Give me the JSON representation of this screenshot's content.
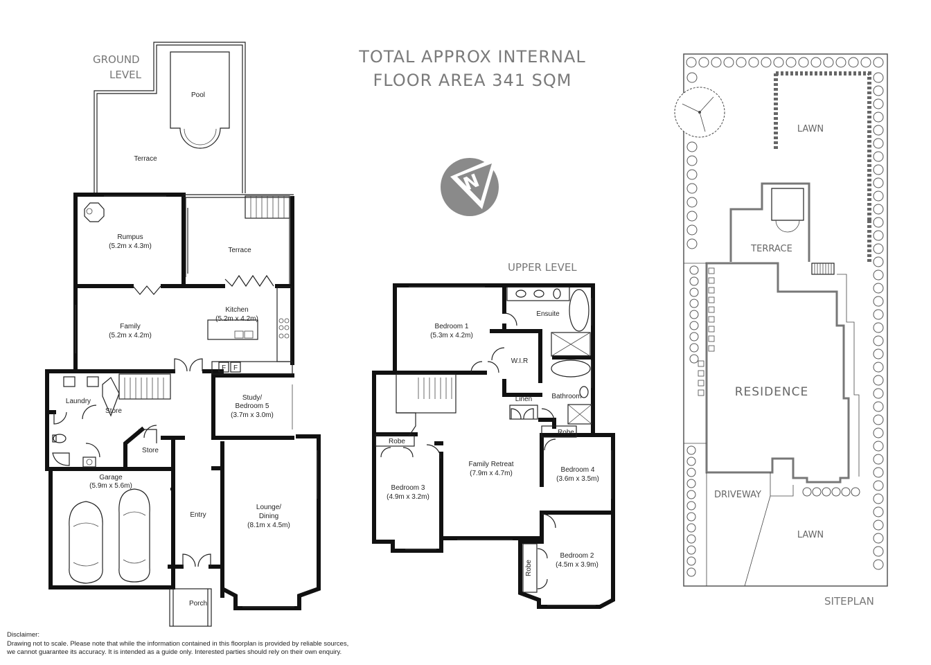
{
  "title": {
    "line1": "TOTAL APPROX INTERNAL",
    "line2": "FLOOR AREA 341 SQM"
  },
  "compass": {
    "icon": "north-arrow-icon",
    "letter": "N"
  },
  "levels": {
    "ground": {
      "line1": "GROUND",
      "line2": "LEVEL"
    },
    "upper": "UPPER LEVEL",
    "siteplan": "SITEPLAN"
  },
  "ground_rooms": {
    "pool": "Pool",
    "terrace_top": "Terrace",
    "rumpus": {
      "name": "Rumpus",
      "size": "(5.2m x 4.3m)"
    },
    "terrace": "Terrace",
    "kitchen": {
      "name": "Kitchen",
      "size": "(5.2m x 4.2m)"
    },
    "family": {
      "name": "Family",
      "size": "(5.2m x 4.2m)"
    },
    "study": {
      "name1": "Study/",
      "name2": "Bedroom 5",
      "size": "(3.7m x 3.0m)"
    },
    "laundry": "Laundry",
    "store1": "Store",
    "store2": "Store",
    "garage": {
      "name": "Garage",
      "size": "(5.9m x 5.6m)"
    },
    "entry": "Entry",
    "lounge": {
      "name1": "Lounge/",
      "name2": "Dining",
      "size": "(8.1m x 4.5m)"
    },
    "porch": "Porch",
    "fridge": "F"
  },
  "upper_rooms": {
    "bedroom1": {
      "name": "Bedroom 1",
      "size": "(5.3m x 4.2m)"
    },
    "ensuite": "Ensuite",
    "wir": "W.I.R",
    "linen": "Linen",
    "bathroom": "Bathroom",
    "robe_b4": "Robe",
    "robe_b3": "Robe",
    "robe_b2": "Robe",
    "family_retreat": {
      "name": "Family Retreat",
      "size": "(7.9m x 4.7m)"
    },
    "bedroom3": {
      "name": "Bedroom 3",
      "size": "(4.9m x 3.2m)"
    },
    "bedroom4": {
      "name": "Bedroom 4",
      "size": "(3.6m x 3.5m)"
    },
    "bedroom2": {
      "name": "Bedroom 2",
      "size": "(4.5m x 3.9m)"
    }
  },
  "siteplan": {
    "lawn_top": "LAWN",
    "terrace": "TERRACE",
    "residence": "RESIDENCE",
    "driveway": "DRIVEWAY",
    "lawn_bottom": "LAWN"
  },
  "disclaimer": {
    "heading": "Disclaimer:",
    "line1": "Drawing not to scale. Please note that while the information contained in this floorplan is provided by reliable sources,",
    "line2": "we cannot guarantee its accuracy. It is intended as a guide only. Interested parties should rely on their own enquiry."
  }
}
